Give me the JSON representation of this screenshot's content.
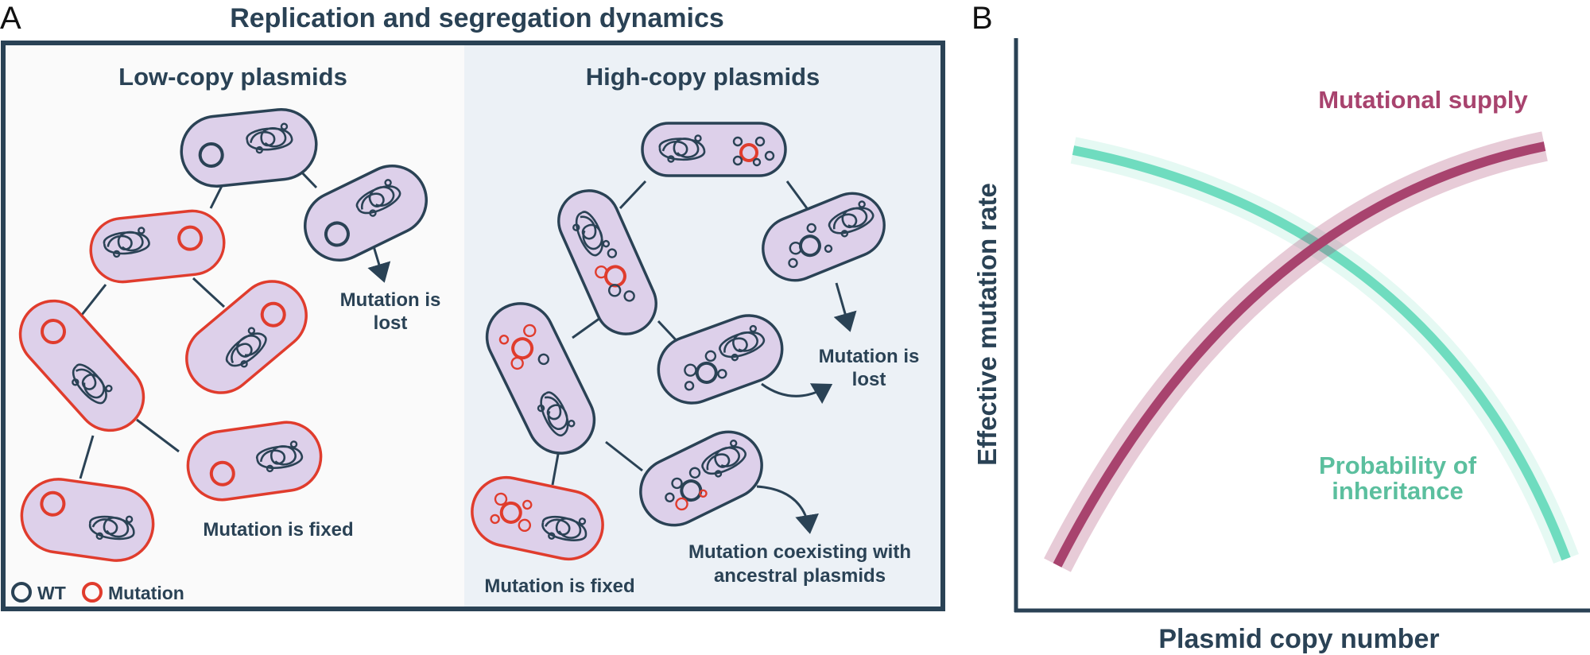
{
  "panel_a": {
    "letter": "A",
    "title": "Replication and segregation dynamics",
    "low_copy": {
      "heading": "Low-copy plasmids",
      "lost_line1": "Mutation is",
      "lost_line2": "lost",
      "fixed": "Mutation is fixed"
    },
    "high_copy": {
      "heading": "High-copy plasmids",
      "lost_line1": "Mutation is",
      "lost_line2": "lost",
      "fixed": "Mutation is fixed",
      "coexist_line1": "Mutation coexisting with",
      "coexist_line2": "ancestral plasmids"
    },
    "legend": {
      "wt": "WT",
      "mutation": "Mutation"
    }
  },
  "panel_b": {
    "letter": "B",
    "ylabel": "Effective mutation rate",
    "xlabel": "Plasmid copy number",
    "curve_supply": "Mutational supply",
    "curve_inherit_line1": "Probability of",
    "curve_inherit_line2": "inheritance"
  },
  "colors": {
    "dark": "#2a4255",
    "mutation_red": "#e03c2d",
    "cell_fill": "#ddd0ea",
    "low_bg": "#fafafa",
    "high_bg": "#ecf1f6",
    "supply": "#a8436e",
    "inherit": "#6fdcbf",
    "inherit_text": "#5bbf9e"
  }
}
